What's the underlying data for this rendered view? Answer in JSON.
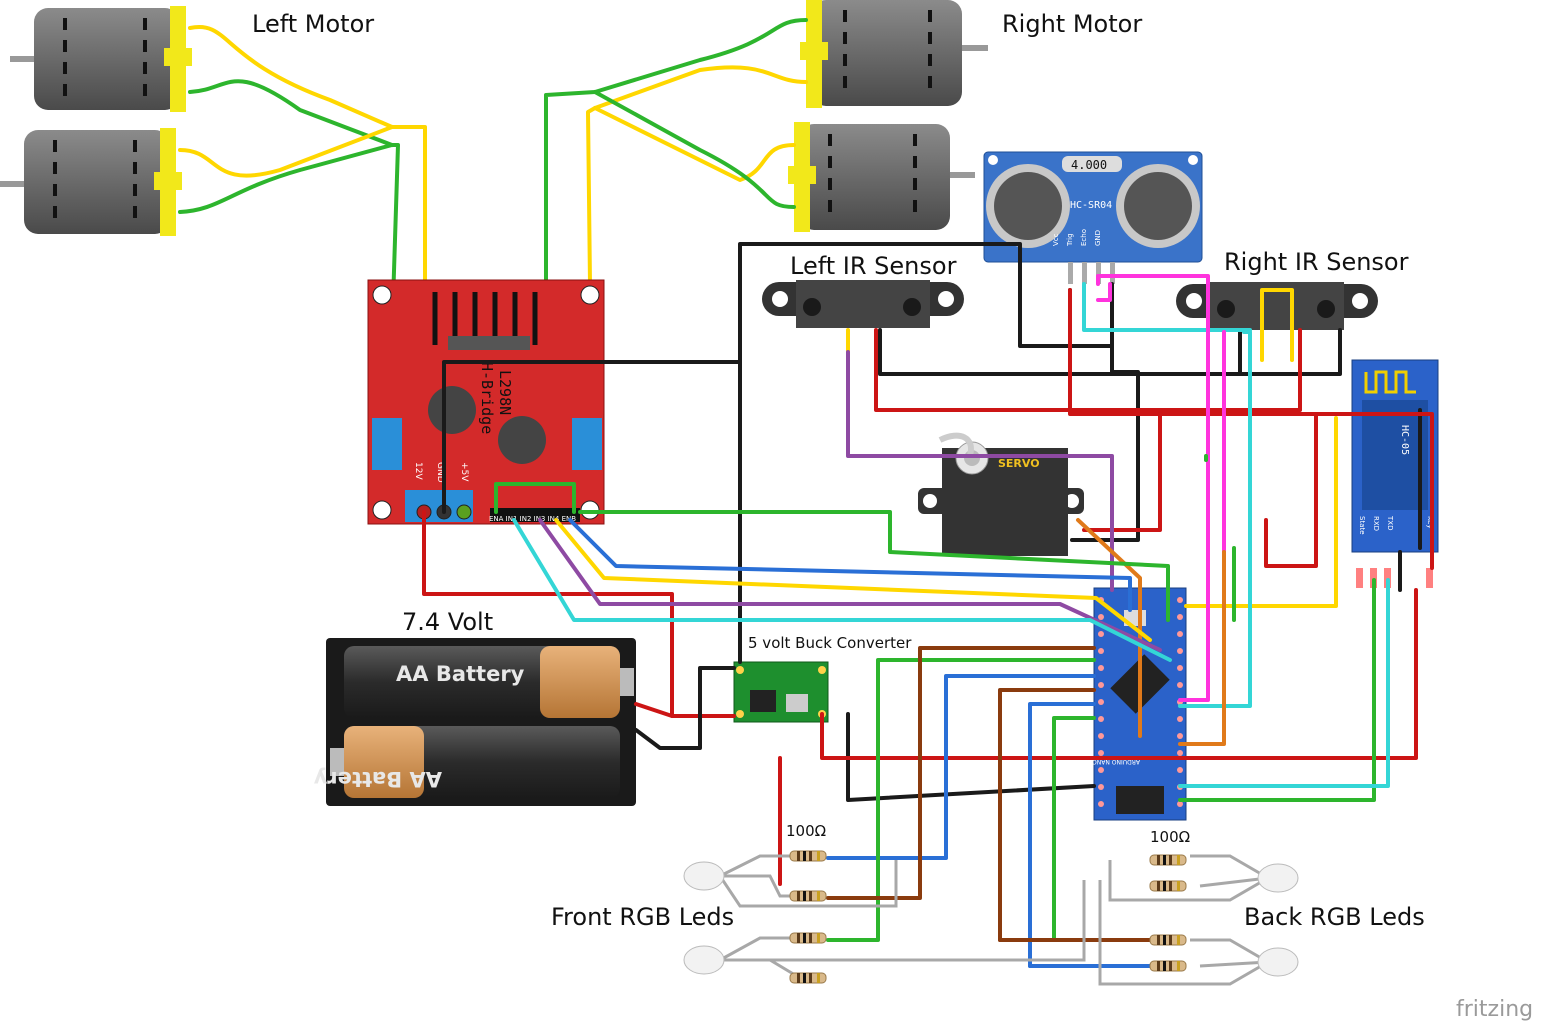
{
  "labels": {
    "left_motor": "Left Motor",
    "right_motor": "Right Motor",
    "left_ir": "Left IR Sensor",
    "right_ir": "Right IR Sensor",
    "battery_title": "7.4 Volt",
    "battery_cell_1": "AA Battery",
    "battery_cell_2": "AA Battery",
    "buck": "5 volt Buck Converter",
    "front_leds": "Front RGB Leds",
    "back_leds": "Back RGB Leds",
    "resistor_front": "100Ω",
    "resistor_back": "100Ω",
    "watermark": "fritzing"
  },
  "parts": {
    "l298n": {
      "line1": "L298N",
      "line2": "H-Bridge",
      "pin_12v": "12V",
      "pin_gnd": "GND",
      "pin_5v": "+5V",
      "pins_logic": "ENA IN1 IN2 IN3 IN4 ENB"
    },
    "hcsr04": {
      "display": "4.000",
      "model": "HC-SR04",
      "pins": [
        "Vcc",
        "Trig",
        "Echo",
        "GND"
      ]
    },
    "servo": {
      "label": "SERVO"
    },
    "hc05": {
      "model": "HC-05",
      "pins": [
        "State",
        "RXD",
        "TXD",
        "Key"
      ]
    },
    "nano": {
      "label": "ARDUINO NANO V3.0"
    }
  },
  "colors": {
    "wire_red": "#cc1515",
    "wire_black": "#1a1a1a",
    "wire_green": "#2db52d",
    "wire_yellow": "#ffd700",
    "wire_blue": "#2a6fd6",
    "wire_cyan": "#34d6d6",
    "wire_purple": "#8e4aa3",
    "wire_magenta": "#ff33dd",
    "wire_brown": "#8a3b0e",
    "wire_orange": "#e07a1a",
    "wire_gray": "#a8a8a8",
    "board_red": "#d32a2a",
    "board_blue": "#2b62c9",
    "sensor_blue": "#3a73c9"
  }
}
